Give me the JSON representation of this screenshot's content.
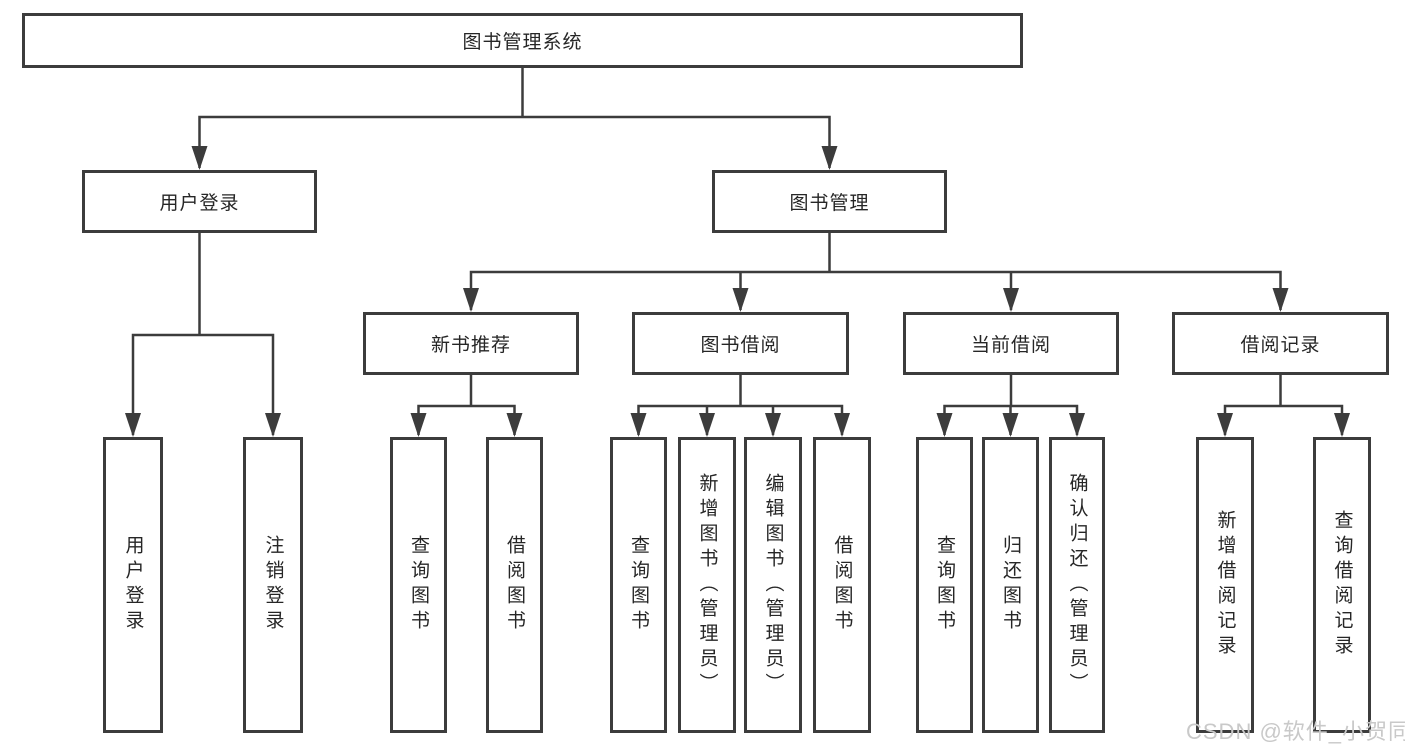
{
  "diagram": {
    "tree": {
      "label": "图书管理系统",
      "children": [
        {
          "label": "用户登录",
          "children": [
            {
              "label": "用户登录"
            },
            {
              "label": "注销登录"
            }
          ]
        },
        {
          "label": "图书管理",
          "children": [
            {
              "label": "新书推荐",
              "children": [
                {
                  "label": "查询图书"
                },
                {
                  "label": "借阅图书"
                }
              ]
            },
            {
              "label": "图书借阅",
              "children": [
                {
                  "label": "查询图书"
                },
                {
                  "label": "新增图书（管理员）"
                },
                {
                  "label": "编辑图书（管理员）"
                },
                {
                  "label": "借阅图书"
                }
              ]
            },
            {
              "label": "当前借阅",
              "children": [
                {
                  "label": "查询图书"
                },
                {
                  "label": "归还图书"
                },
                {
                  "label": "确认归还（管理员）"
                }
              ]
            },
            {
              "label": "借阅记录",
              "children": [
                {
                  "label": "新增借阅记录"
                },
                {
                  "label": "查询借阅记录"
                }
              ]
            }
          ]
        }
      ]
    }
  },
  "watermark": {
    "text": "CSDN @软件_小贺同学"
  },
  "colors": {
    "line": "#3c3c3c",
    "text": "#262626",
    "watermark": "#c9c9c9",
    "background": "#ffffff"
  }
}
